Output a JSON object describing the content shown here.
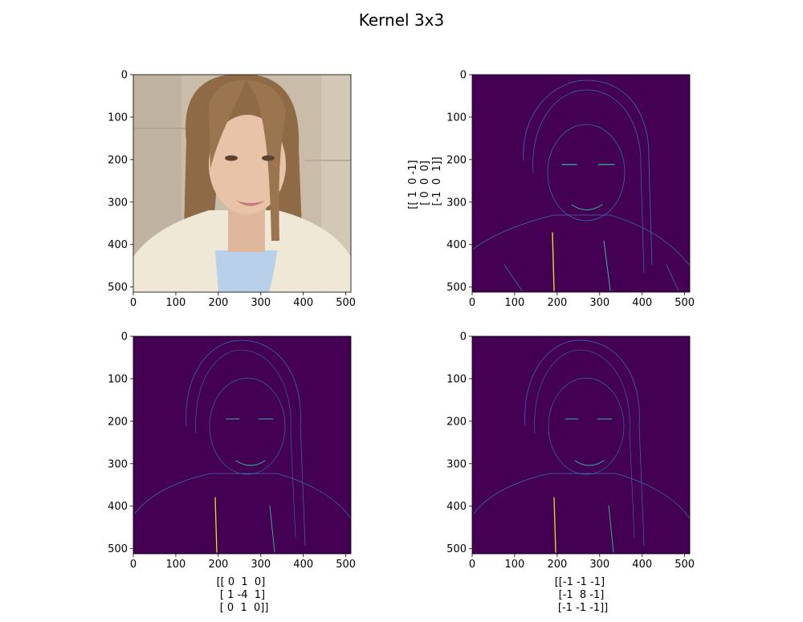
{
  "figure": {
    "title": "Kernel 3x3",
    "background": "#ffffff"
  },
  "chart_data": [
    {
      "type": "heatmap",
      "panel": "original",
      "content": "photograph of a young woman with long light-brown hair smiling, light blue top and cream jacket",
      "xlabel": "",
      "ylabel": "",
      "xlim": [
        0,
        512
      ],
      "ylim": [
        512,
        0
      ],
      "xticks": [
        0,
        100,
        200,
        300,
        400,
        500
      ],
      "yticks": [
        0,
        100,
        200,
        300,
        400,
        500
      ],
      "xticklabels": [
        "0",
        "100",
        "200",
        "300",
        "400",
        "500"
      ],
      "yticklabels": [
        "0",
        "100",
        "200",
        "300",
        "400",
        "500"
      ],
      "grid": false
    },
    {
      "type": "heatmap",
      "panel": "kernel-diagonal",
      "content": "edge response of the face image, sparse bright edges on dark background",
      "xlabel": "",
      "ylabel": "[[ 1  0 -1]\n [ 0  0  0]\n [-1  0  1]]",
      "kernel": [
        [
          1,
          0,
          -1
        ],
        [
          0,
          0,
          0
        ],
        [
          -1,
          0,
          1
        ]
      ],
      "colormap": "viridis",
      "xlim": [
        0,
        512
      ],
      "ylim": [
        512,
        0
      ],
      "xticks": [
        0,
        100,
        200,
        300,
        400,
        500
      ],
      "yticks": [
        0,
        100,
        200,
        300,
        400,
        500
      ],
      "xticklabels": [
        "0",
        "100",
        "200",
        "300",
        "400",
        "500"
      ],
      "yticklabels": [
        "0",
        "100",
        "200",
        "300",
        "400",
        "500"
      ],
      "grid": false
    },
    {
      "type": "heatmap",
      "panel": "kernel-laplacian-4",
      "content": "edge response of the face image, sparse bright edges on dark background",
      "xlabel": "[[ 0  1  0]\n [ 1 -4  1]\n [ 0  1  0]]",
      "ylabel": "",
      "kernel": [
        [
          0,
          1,
          0
        ],
        [
          1,
          -4,
          1
        ],
        [
          0,
          1,
          0
        ]
      ],
      "colormap": "viridis",
      "xlim": [
        0,
        512
      ],
      "ylim": [
        512,
        0
      ],
      "xticks": [
        0,
        100,
        200,
        300,
        400,
        500
      ],
      "yticks": [
        0,
        100,
        200,
        300,
        400,
        500
      ],
      "xticklabels": [
        "0",
        "100",
        "200",
        "300",
        "400",
        "500"
      ],
      "yticklabels": [
        "0",
        "100",
        "200",
        "300",
        "400",
        "500"
      ],
      "grid": false
    },
    {
      "type": "heatmap",
      "panel": "kernel-laplacian-8",
      "content": "edge response of the face image, sparse bright edges on dark background",
      "xlabel": "[[-1 -1 -1]\n [-1  8 -1]\n [-1 -1 -1]]",
      "ylabel": "",
      "kernel": [
        [
          -1,
          -1,
          -1
        ],
        [
          -1,
          8,
          -1
        ],
        [
          -1,
          -1,
          -1
        ]
      ],
      "colormap": "viridis",
      "xlim": [
        0,
        512
      ],
      "ylim": [
        512,
        0
      ],
      "xticks": [
        0,
        100,
        200,
        300,
        400,
        500
      ],
      "yticks": [
        0,
        100,
        200,
        300,
        400,
        500
      ],
      "xticklabels": [
        "0",
        "100",
        "200",
        "300",
        "400",
        "500"
      ],
      "yticklabels": [
        "0",
        "100",
        "200",
        "300",
        "400",
        "500"
      ],
      "grid": false
    }
  ],
  "colors": {
    "viridis_dark": "#440154",
    "edge_blue": "#3b6fb0",
    "edge_teal": "#35b7a0",
    "edge_yellow": "#dde318",
    "photo_wall": "#c9bca9",
    "photo_hair": "#8e6a47",
    "photo_skin": "#e9c3a8",
    "photo_top": "#b9d0ea",
    "photo_jacket": "#efe8d6"
  }
}
